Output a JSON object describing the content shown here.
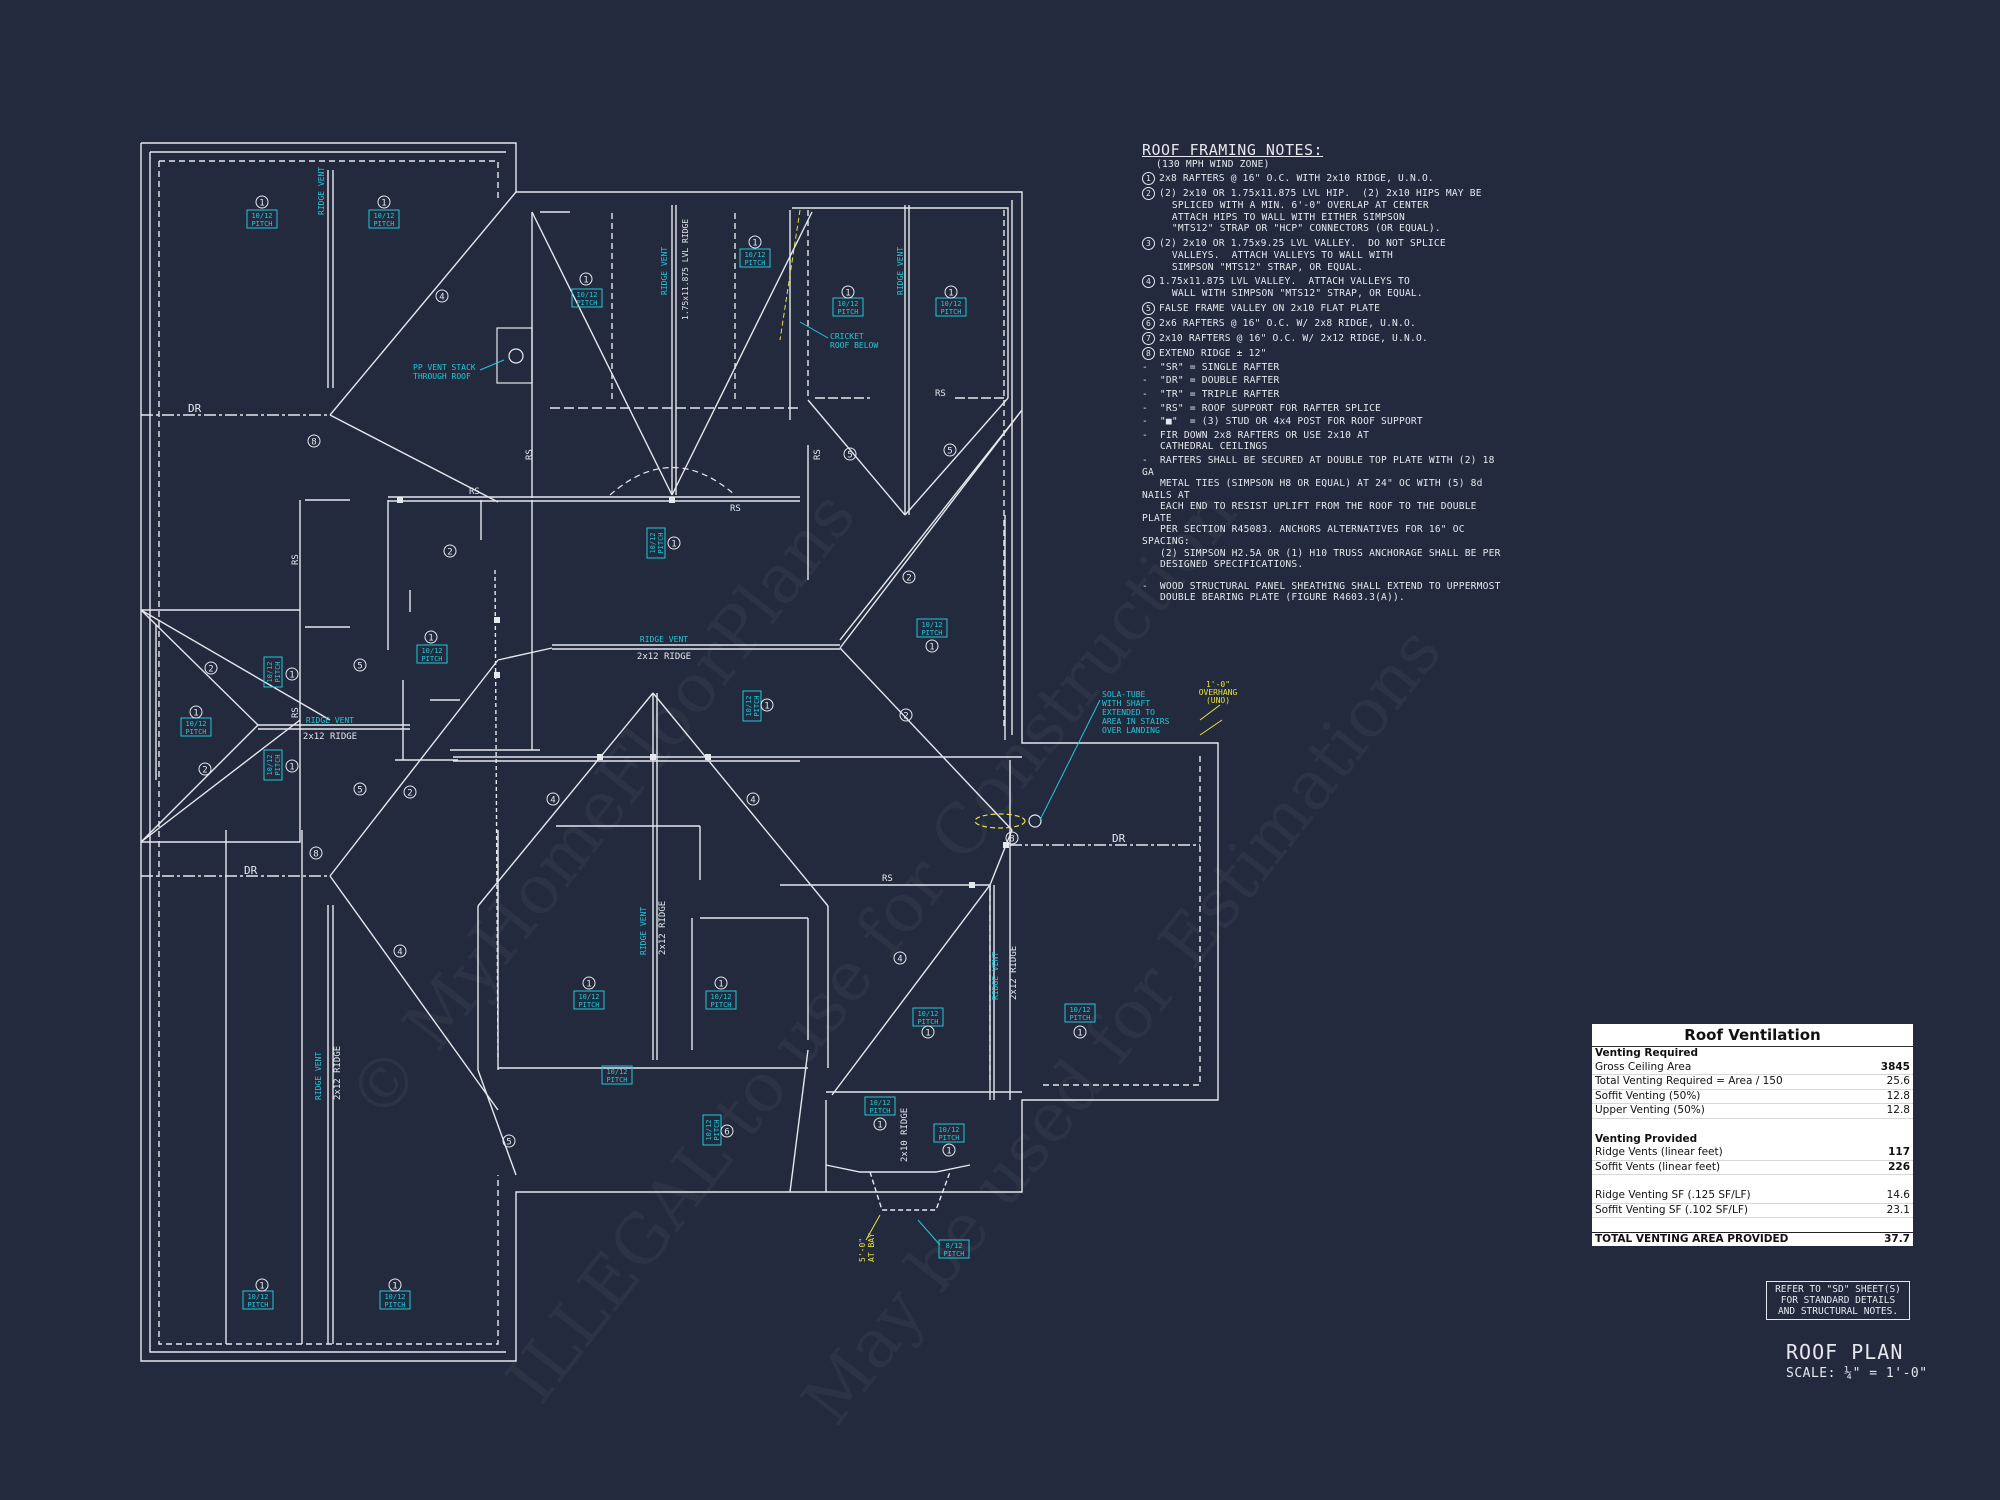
{
  "watermark": {
    "line1": "© MyHomeFloorPlans",
    "line2": "ILLEGAL to use for Construction",
    "line3": "May be used for Estimations"
  },
  "colors": {
    "background": "#232a3d",
    "linework": "#e6e8ee",
    "annotation_cyan": "#22c8d8",
    "annotation_yellow": "#e8e23a"
  },
  "notes": {
    "title": "ROOF FRAMING NOTES:",
    "wind_zone": "(130 MPH WIND ZONE)",
    "numbered": [
      {
        "num": "1",
        "text": "2x8 RAFTERS @ 16\" O.C. WITH 2x10 RIDGE, U.N.O."
      },
      {
        "num": "2",
        "text": "(2) 2x10 OR 1.75x11.875 LVL HIP.  (2) 2x10 HIPS MAY BE\nSPLICED WITH A MIN. 6'-0\" OVERLAP AT CENTER\nATTACH HIPS TO WALL WITH EITHER SIMPSON\n\"MTS12\" STRAP OR \"HCP\" CONNECTORS (OR EQUAL)."
      },
      {
        "num": "3",
        "text": "(2) 2x10 OR 1.75x9.25 LVL VALLEY.  DO NOT SPLICE\nVALLEYS.  ATTACH VALLEYS TO WALL WITH\nSIMPSON \"MTS12\" STRAP, OR EQUAL."
      },
      {
        "num": "4",
        "text": "1.75x11.875 LVL VALLEY.  ATTACH VALLEYS TO\nWALL WITH SIMPSON \"MTS12\" STRAP, OR EQUAL."
      },
      {
        "num": "5",
        "text": "FALSE FRAME VALLEY ON 2x10 FLAT PLATE"
      },
      {
        "num": "6",
        "text": "2x6 RAFTERS @ 16\" O.C. W/ 2x8 RIDGE, U.N.O."
      },
      {
        "num": "7",
        "text": "2x10 RAFTERS @ 16\" O.C. W/ 2x12 RIDGE, U.N.O."
      },
      {
        "num": "8",
        "text": "EXTEND RIDGE ± 12\""
      }
    ],
    "bullets": [
      "\"SR\" = SINGLE RAFTER",
      "\"DR\" = DOUBLE RAFTER",
      "\"TR\" = TRIPLE RAFTER",
      "\"RS\" = ROOF SUPPORT FOR RAFTER SPLICE",
      "\"■\"  = (3) STUD OR 4x4 POST FOR ROOF SUPPORT",
      "FIR DOWN 2x8 RAFTERS OR USE 2x10 AT\nCATHEDRAL CEILINGS",
      "RAFTERS SHALL BE SECURED AT DOUBLE TOP PLATE WITH (2) 18 GA\nMETAL TIES (SIMPSON H8 OR EQUAL) AT 24\" OC WITH (5) 8d NAILS AT\nEACH END TO RESIST UPLIFT FROM THE ROOF TO THE DOUBLE PLATE\nPER SECTION R45083. ANCHORS ALTERNATIVES FOR 16\" OC SPACING:\n(2) SIMPSON H2.5A OR (1) H10 TRUSS ANCHORAGE SHALL BE PER\nDESIGNED SPECIFICATIONS.",
      "WOOD STRUCTURAL PANEL SHEATHING SHALL EXTEND TO UPPERMOST\nDOUBLE BEARING PLATE (FIGURE R4603.3(A))."
    ]
  },
  "ventilation": {
    "title": "Roof Ventilation",
    "required_header": "Venting Required",
    "required": [
      {
        "label": "Gross Ceiling Area",
        "value": "3845",
        "bold": true
      },
      {
        "label": "Total Venting Required = Area / 150",
        "value": "25.6",
        "bold": false
      },
      {
        "label": "Soffit Venting  (50%)",
        "value": "12.8",
        "bold": false
      },
      {
        "label": "Upper Venting  (50%)",
        "value": "12.8",
        "bold": false
      }
    ],
    "provided_header": "Venting Provided",
    "provided": [
      {
        "label": "Ridge Vents (linear feet)",
        "value": "117",
        "bold": true
      },
      {
        "label": "Soffit Vents (linear feet)",
        "value": "226",
        "bold": true
      }
    ],
    "sf": [
      {
        "label": "Ridge Venting SF (.125 SF/LF)",
        "value": "14.6",
        "bold": false
      },
      {
        "label": "Soffit Venting SF (.102 SF/LF)",
        "value": "23.1",
        "bold": false
      }
    ],
    "total_label": "TOTAL VENTING AREA PROVIDED",
    "total_value": "37.7"
  },
  "refer_note": "REFER TO \"SD\" SHEET(S)\nFOR STANDARD DETAILS\nAND STRUCTURAL NOTES.",
  "plan_title": "ROOF PLAN",
  "plan_scale": "SCALE: ¼\" = 1'-0\"",
  "plan_labels": {
    "pitch_10": "10/12",
    "pitch_word": "PITCH",
    "pitch_8": "8/12",
    "ridge_vent": "RIDGE VENT",
    "ridge_2x12": "2x12 RIDGE",
    "ridge_2x10": "2x10 RIDGE",
    "lvl_ridge": "1.75x11.875 LVL RIDGE",
    "rs": "RS",
    "dr": "DR",
    "pp_vent": "PP VENT STACK\nTHROUGH ROOF",
    "cricket": "CRICKET\nROOF BELOW",
    "sola_tube": "SOLA-TUBE\nWITH SHAFT\nEXTENDED TO\nAREA IN STAIRS\nOVER LANDING",
    "overhang": "1'-0\"\nOVERHANG\n(UNO)",
    "bay_dim": "5'-0\"\nAT BAY"
  }
}
